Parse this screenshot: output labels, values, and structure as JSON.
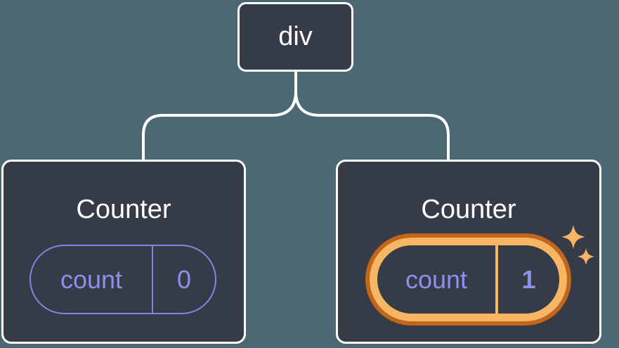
{
  "diagram": {
    "root": {
      "label": "div"
    },
    "children": [
      {
        "title": "Counter",
        "state": {
          "name": "count",
          "value": "0"
        },
        "highlighted": false
      },
      {
        "title": "Counter",
        "state": {
          "name": "count",
          "value": "1"
        },
        "highlighted": true
      }
    ],
    "highlight_icon": "sparkles-icon"
  },
  "colors": {
    "background": "#4c6973",
    "node_fill": "#353b47",
    "node_border": "#ffffff",
    "connector": "#ffffff",
    "title_text": "#ffffff",
    "purple_border": "#8085e4",
    "purple_text": "#8b90ea",
    "orange_light": "#f8b664",
    "orange_dark": "#c2661b"
  }
}
